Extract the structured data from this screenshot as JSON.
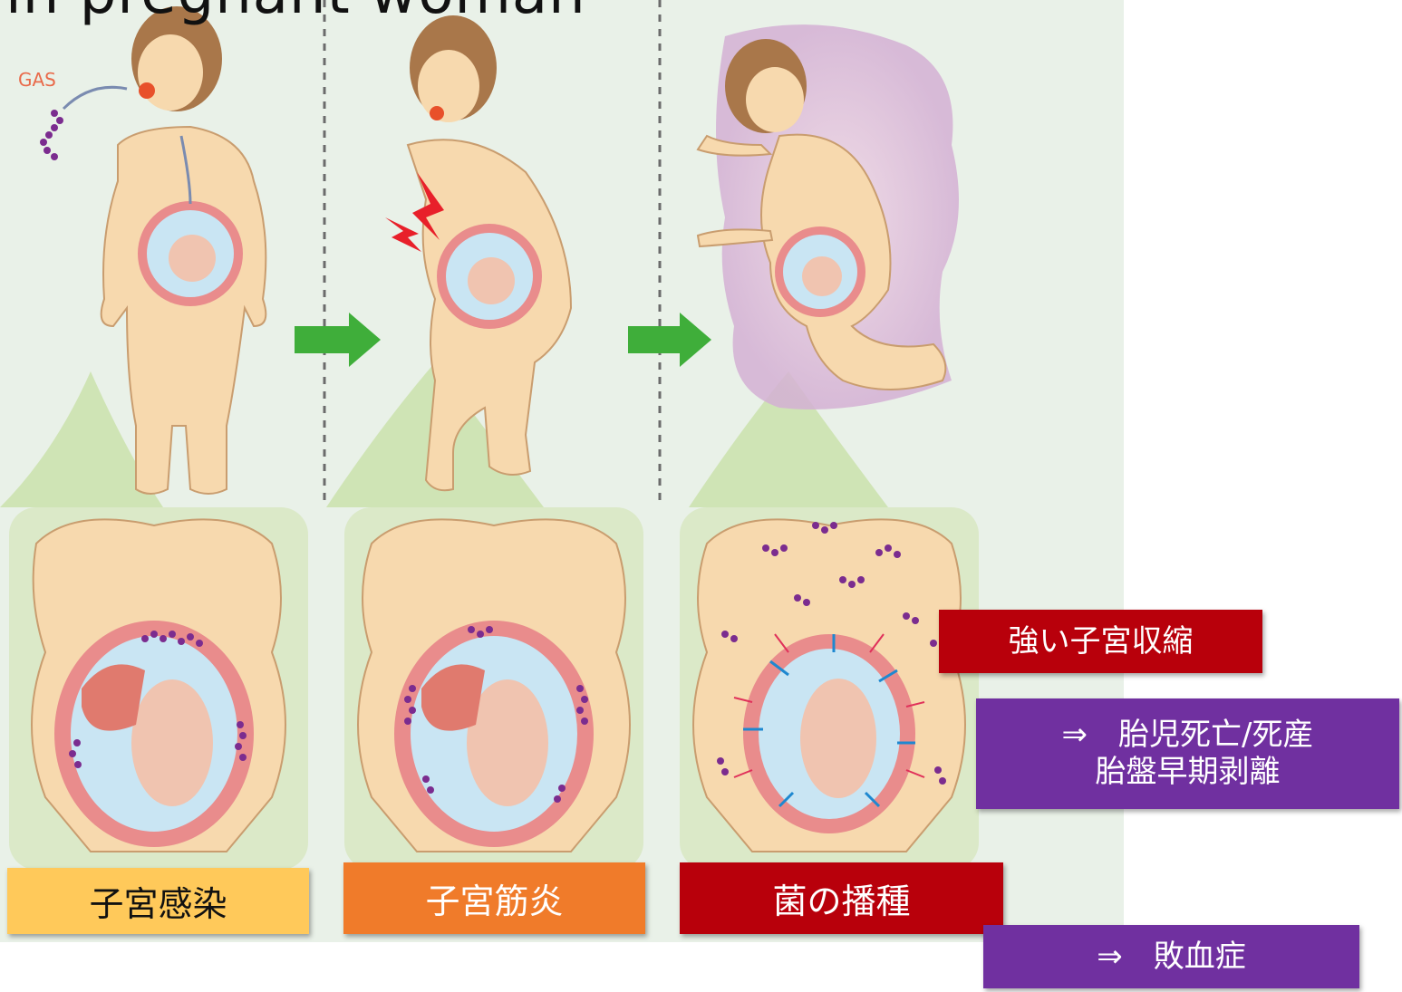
{
  "title": "in pregnant woman",
  "gas_label": "GAS",
  "captions": {
    "stage1": "子宮感染",
    "stage2": "子宮筋炎",
    "stage3": "菌の播種"
  },
  "callouts": {
    "contraction": "強い子宮収縮",
    "fetal_line1": "⇒　胎児死亡/死産",
    "fetal_line2": "胎盤早期剥離",
    "sepsis": "⇒　敗血症"
  },
  "colors": {
    "skin": "#f7d9ae",
    "bacteria": "#7b2c8f",
    "uterus": "#e98c8c",
    "amniotic": "#c9e5f3",
    "arrow_green": "#3fae3a",
    "caption_yellow": "#ffc95a",
    "caption_orange": "#f07b2a",
    "dark_red": "#b8000b",
    "purple": "#7030a0"
  }
}
